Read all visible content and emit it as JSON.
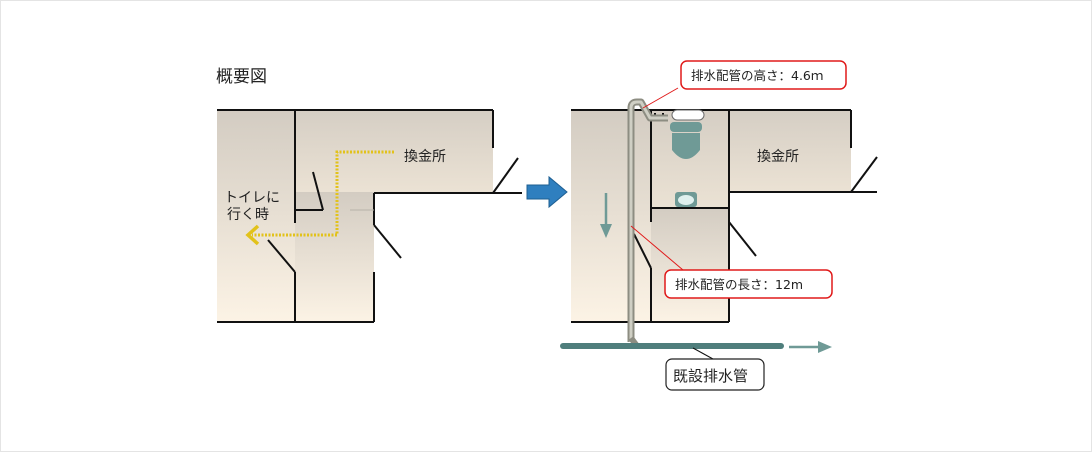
{
  "title": "概要図",
  "before": {
    "exchange_label": "換金所",
    "route_label_line1": "トイレに",
    "route_label_line2": "行く時"
  },
  "transition_arrow": "right-arrow-icon",
  "after": {
    "exchange_label": "換金所",
    "callouts": {
      "height": "排水配管の高さ：4.6ｍ",
      "length": "排水配管の長さ：12m",
      "existing_pipe": "既設排水管"
    }
  },
  "colors": {
    "route_dotted": "#e2c21a",
    "transition_arrow": "#2f7fbf",
    "callout_border": "#e01a1a",
    "fixture": "#6f9a96",
    "existing_pipe": "#4f7e7c",
    "drain_pipe": "#a8a89c"
  }
}
